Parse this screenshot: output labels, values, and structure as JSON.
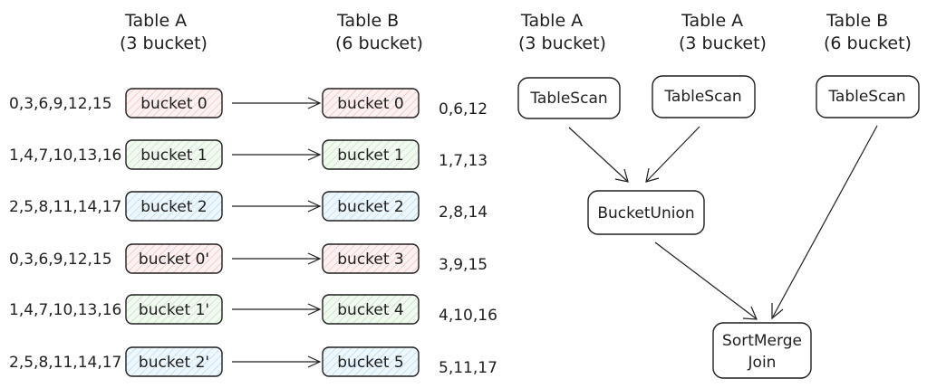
{
  "colors": {
    "red_fill": "#fbe3e3",
    "green_fill": "#e4f4e2",
    "blue_fill": "#dff0fb",
    "stroke": "#1e1e1e"
  },
  "left": {
    "table_a_title": "Table A",
    "table_a_sub": "(3 bucket)",
    "table_b_title": "Table B",
    "table_b_sub": "(6 bucket)",
    "rows": [
      {
        "a_values": "0,3,6,9,12,15",
        "a_bucket": "bucket 0",
        "b_bucket": "bucket 0",
        "b_values": "0,6,12",
        "color": "red"
      },
      {
        "a_values": "1,4,7,10,13,16",
        "a_bucket": "bucket 1",
        "b_bucket": "bucket 1",
        "b_values": "1,7,13",
        "color": "green"
      },
      {
        "a_values": "2,5,8,11,14,17",
        "a_bucket": "bucket 2",
        "b_bucket": "bucket 2",
        "b_values": "2,8,14",
        "color": "blue"
      },
      {
        "a_values": "0,3,6,9,12,15",
        "a_bucket": "bucket 0'",
        "b_bucket": "bucket 3",
        "b_values": "3,9,15",
        "color": "red"
      },
      {
        "a_values": "1,4,7,10,13,16",
        "a_bucket": "bucket 1'",
        "b_bucket": "bucket 4",
        "b_values": "4,10,16",
        "color": "green"
      },
      {
        "a_values": "2,5,8,11,14,17",
        "a_bucket": "bucket 2'",
        "b_bucket": "bucket 5",
        "b_values": "5,11,17",
        "color": "blue"
      }
    ]
  },
  "right": {
    "col1_title": "Table A",
    "col1_sub": "(3 bucket)",
    "col2_title": "Table A",
    "col2_sub": "(3 bucket)",
    "col3_title": "Table B",
    "col3_sub": "(6 bucket)",
    "scan1": "TableScan",
    "scan2": "TableScan",
    "scan3": "TableScan",
    "union": "BucketUnion",
    "join_line1": "SortMerge",
    "join_line2": "Join"
  }
}
